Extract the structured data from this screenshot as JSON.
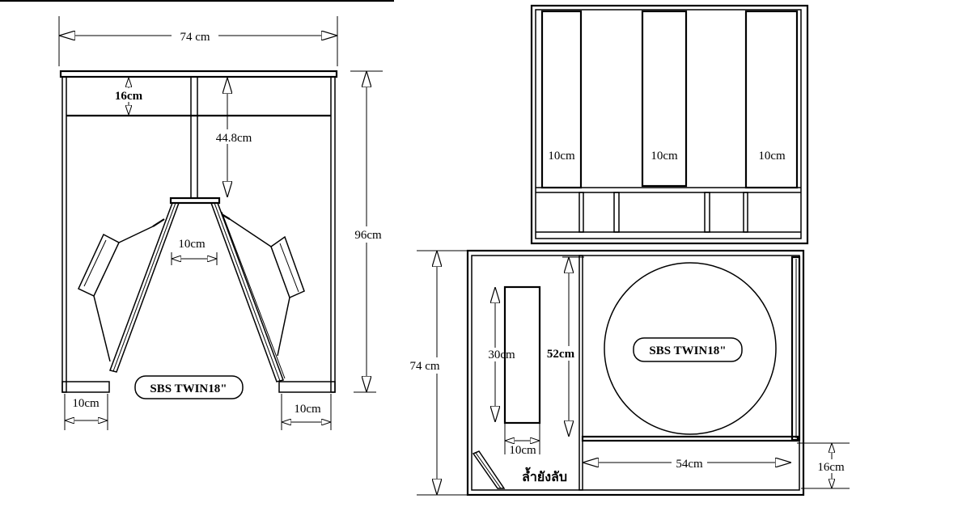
{
  "side_view": {
    "width_label": "74 cm",
    "top_chamber_label": "16cm",
    "partition_label": "44.8cm",
    "height_label": "96cm",
    "throat_label": "10cm",
    "bottom_left_label": "10cm",
    "bottom_right_label": "10cm",
    "model_label": "SBS TWIN18\""
  },
  "top_view": {
    "panel_labels": [
      "10cm",
      "10cm",
      "10cm"
    ]
  },
  "front_view": {
    "height_label": "74 cm",
    "port_height_label": "30cm",
    "compartment_height_label": "52cm",
    "port_width_label": "10cm",
    "note": "ล้ำยังลับ",
    "model_label": "SBS TWIN18\"",
    "shelf_width_label": "54cm",
    "shelf_height_label": "16cm"
  }
}
